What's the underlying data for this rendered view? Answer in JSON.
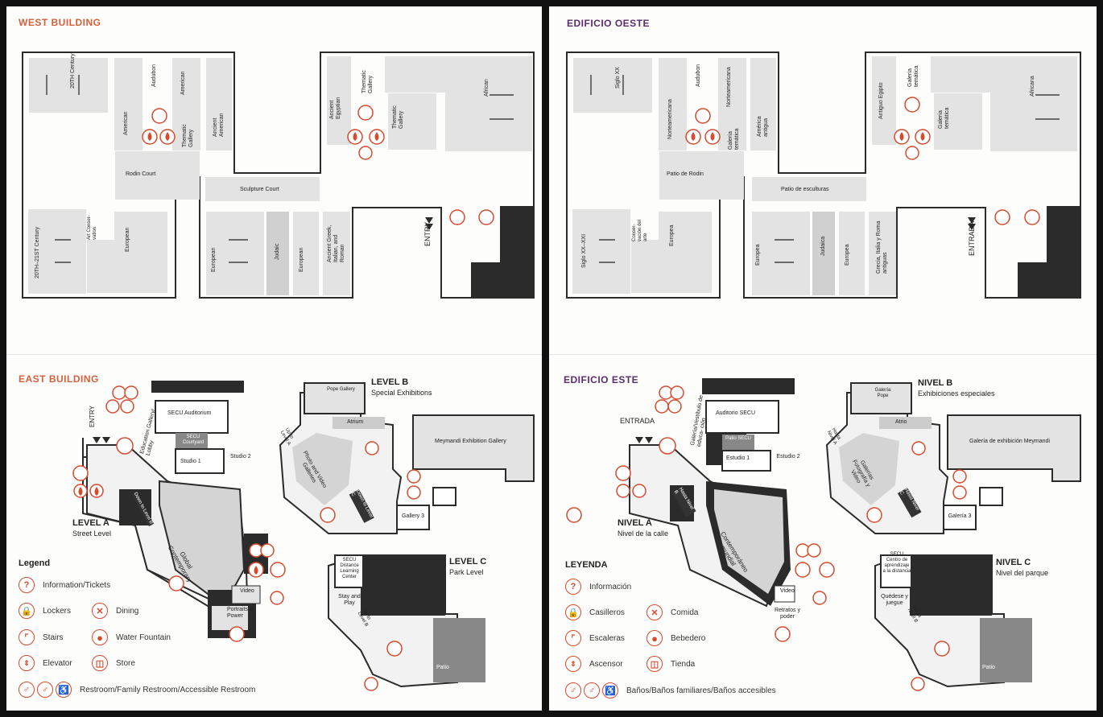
{
  "english": {
    "west_building": "WEST BUILDING",
    "east_building": "EAST BUILDING",
    "west_rooms": {
      "twentieth_century": "20TH Century",
      "american": "American",
      "audubon": "Audubon",
      "american2": "American",
      "thematic_gallery": "Thematic Gallery",
      "ancient_american": "Ancient American",
      "ancient_egyptian": "Ancient Egyptian",
      "thematic_gallery2": "Thematic Gallery",
      "thematic_gallery3": "Thematic Gallery",
      "african": "African",
      "rodin_court": "Rodin Court",
      "sculpture_court": "Sculpture Court",
      "c20_21": "20TH–21ST Century",
      "art_conservation": "Art Conser- vation",
      "european": "European",
      "european2": "European",
      "judaic": "Judaic",
      "european3": "European",
      "ancient_greek": "Ancient Greek, Italian, and Roman",
      "entry": "ENTRY"
    },
    "east_rooms": {
      "entry": "ENTRY",
      "education_gallery": "Education Gallery/ Lobby",
      "secu_auditorium": "SECU Auditorium",
      "secu_courtyard": "SECU Courtyard",
      "studio1": "Studio 1",
      "studio2": "Studio 2",
      "down_to_level_b": "Down to Level B",
      "global_contemporary": "Global Contemporary",
      "video": "Video",
      "portraits_power": "Portraits & Power",
      "pope_gallery": "Pope Gallery",
      "atrium": "Atrium",
      "up_to_level_a": "Up to Level A",
      "photo_video": "Photo and Video Galleries",
      "down_to_level_c": "Down to Level C",
      "meymandi": "Meymandi Exhibition Gallery",
      "gallery3": "Gallery 3",
      "secu_distance": "SECU Distance Learning Center",
      "stay_and_play": "Stay and Play",
      "up_to_level_b": "Up to Level B",
      "patio": "Patio"
    },
    "levels": {
      "a_title": "LEVEL A",
      "a_sub": "Street Level",
      "b_title": "LEVEL B",
      "b_sub": "Special Exhibitions",
      "c_title": "LEVEL C",
      "c_sub": "Park Level"
    },
    "legend": {
      "title": "Legend",
      "info": "Information/Tickets",
      "lockers": "Lockers",
      "dining": "Dining",
      "stairs": "Stairs",
      "water": "Water Fountain",
      "elevator": "Elevator",
      "store": "Store",
      "restroom": "Restroom/Family Restroom/Accessible Restroom"
    }
  },
  "spanish": {
    "west_building": "EDIFICIO OESTE",
    "east_building": "EDIFICIO ESTE",
    "west_rooms": {
      "siglo_xx": "Siglo XX",
      "norteamericana": "Norteamericana",
      "audubon": "Audubon",
      "norteamericana2": "Norteamericana",
      "galeria_tematica": "Galería temática",
      "america_antigua": "América antigua",
      "antiguo_egipto": "Antiguo Egipto",
      "galeria_tematica2": "Galería temática",
      "galeria_tematica3": "Galería temática",
      "africana": "Africana",
      "patio_rodin": "Patio de Rodin",
      "patio_esculturas": "Patio de esculturas",
      "siglo_xx_xxi": "Siglo XX–XXI",
      "conservacion": "Conser- vación del arte",
      "europea": "Europea",
      "europea2": "Europea",
      "judaica": "Judaica",
      "europea3": "Europea",
      "grecia": "Grecia, Italia y Roma antiguas",
      "entrada": "ENTRADA"
    },
    "east_rooms": {
      "entrada": "ENTRADA",
      "galeria_vestibulo": "Galería/Vestíbulo de educa- ción",
      "auditorio": "Auditorio SECU",
      "patio_secu": "Patio SECU",
      "estudio1": "Estudio 1",
      "estudio2": "Estudio 2",
      "hasta_nivel_b": "Hasta Nivel B",
      "contemporaneo": "Contemporáneo mundial",
      "video": "Video",
      "retratos": "Retratos y poder",
      "galeria_pope": "Galería Pope",
      "atrio": "Atrio",
      "hasta_nivel_a": "Hasta Nivel A",
      "fotografia": "Galerías Fotografía y Video",
      "hasta_nivel_c": "Hasta Nivel C",
      "meymandi": "Galería de exhibición Meymandi",
      "galeria3": "Galería 3",
      "secu_centro": "SECU Centro de aprendizaje a la distancia",
      "quedese": "Quédese y juegue",
      "hasta_nivel_b2": "Hasta Nivel B",
      "patio": "Patio"
    },
    "levels": {
      "a_title": "NIVEL A",
      "a_sub": "Nivel de la calle",
      "b_title": "NIVEL B",
      "b_sub": "Exhibiciones especiales",
      "c_title": "NIVEL C",
      "c_sub": "Nivel del parque"
    },
    "legend": {
      "title": "LEYENDA",
      "info": "Información",
      "lockers": "Casilleros",
      "dining": "Comida",
      "stairs": "Escaleras",
      "water": "Bebedero",
      "elevator": "Ascensor",
      "store": "Tienda",
      "restroom": "Baños/Baños familiares/Baños accesibles"
    }
  },
  "colors": {
    "accent_en": "#d65f3c",
    "accent_es": "#5b2c6f",
    "icon": "#d64a2e",
    "gallery": "#e3e3e3",
    "wall": "#2b2b2b",
    "dark": "#2a2a2a"
  },
  "icons": {
    "info": "question-icon",
    "lockers": "lock-icon",
    "stairs": "stairs-icon",
    "elevator": "elevator-icon",
    "dining": "fork-knife-icon",
    "water": "water-drop-icon",
    "store": "bag-icon",
    "restroom": "restroom-icon"
  }
}
